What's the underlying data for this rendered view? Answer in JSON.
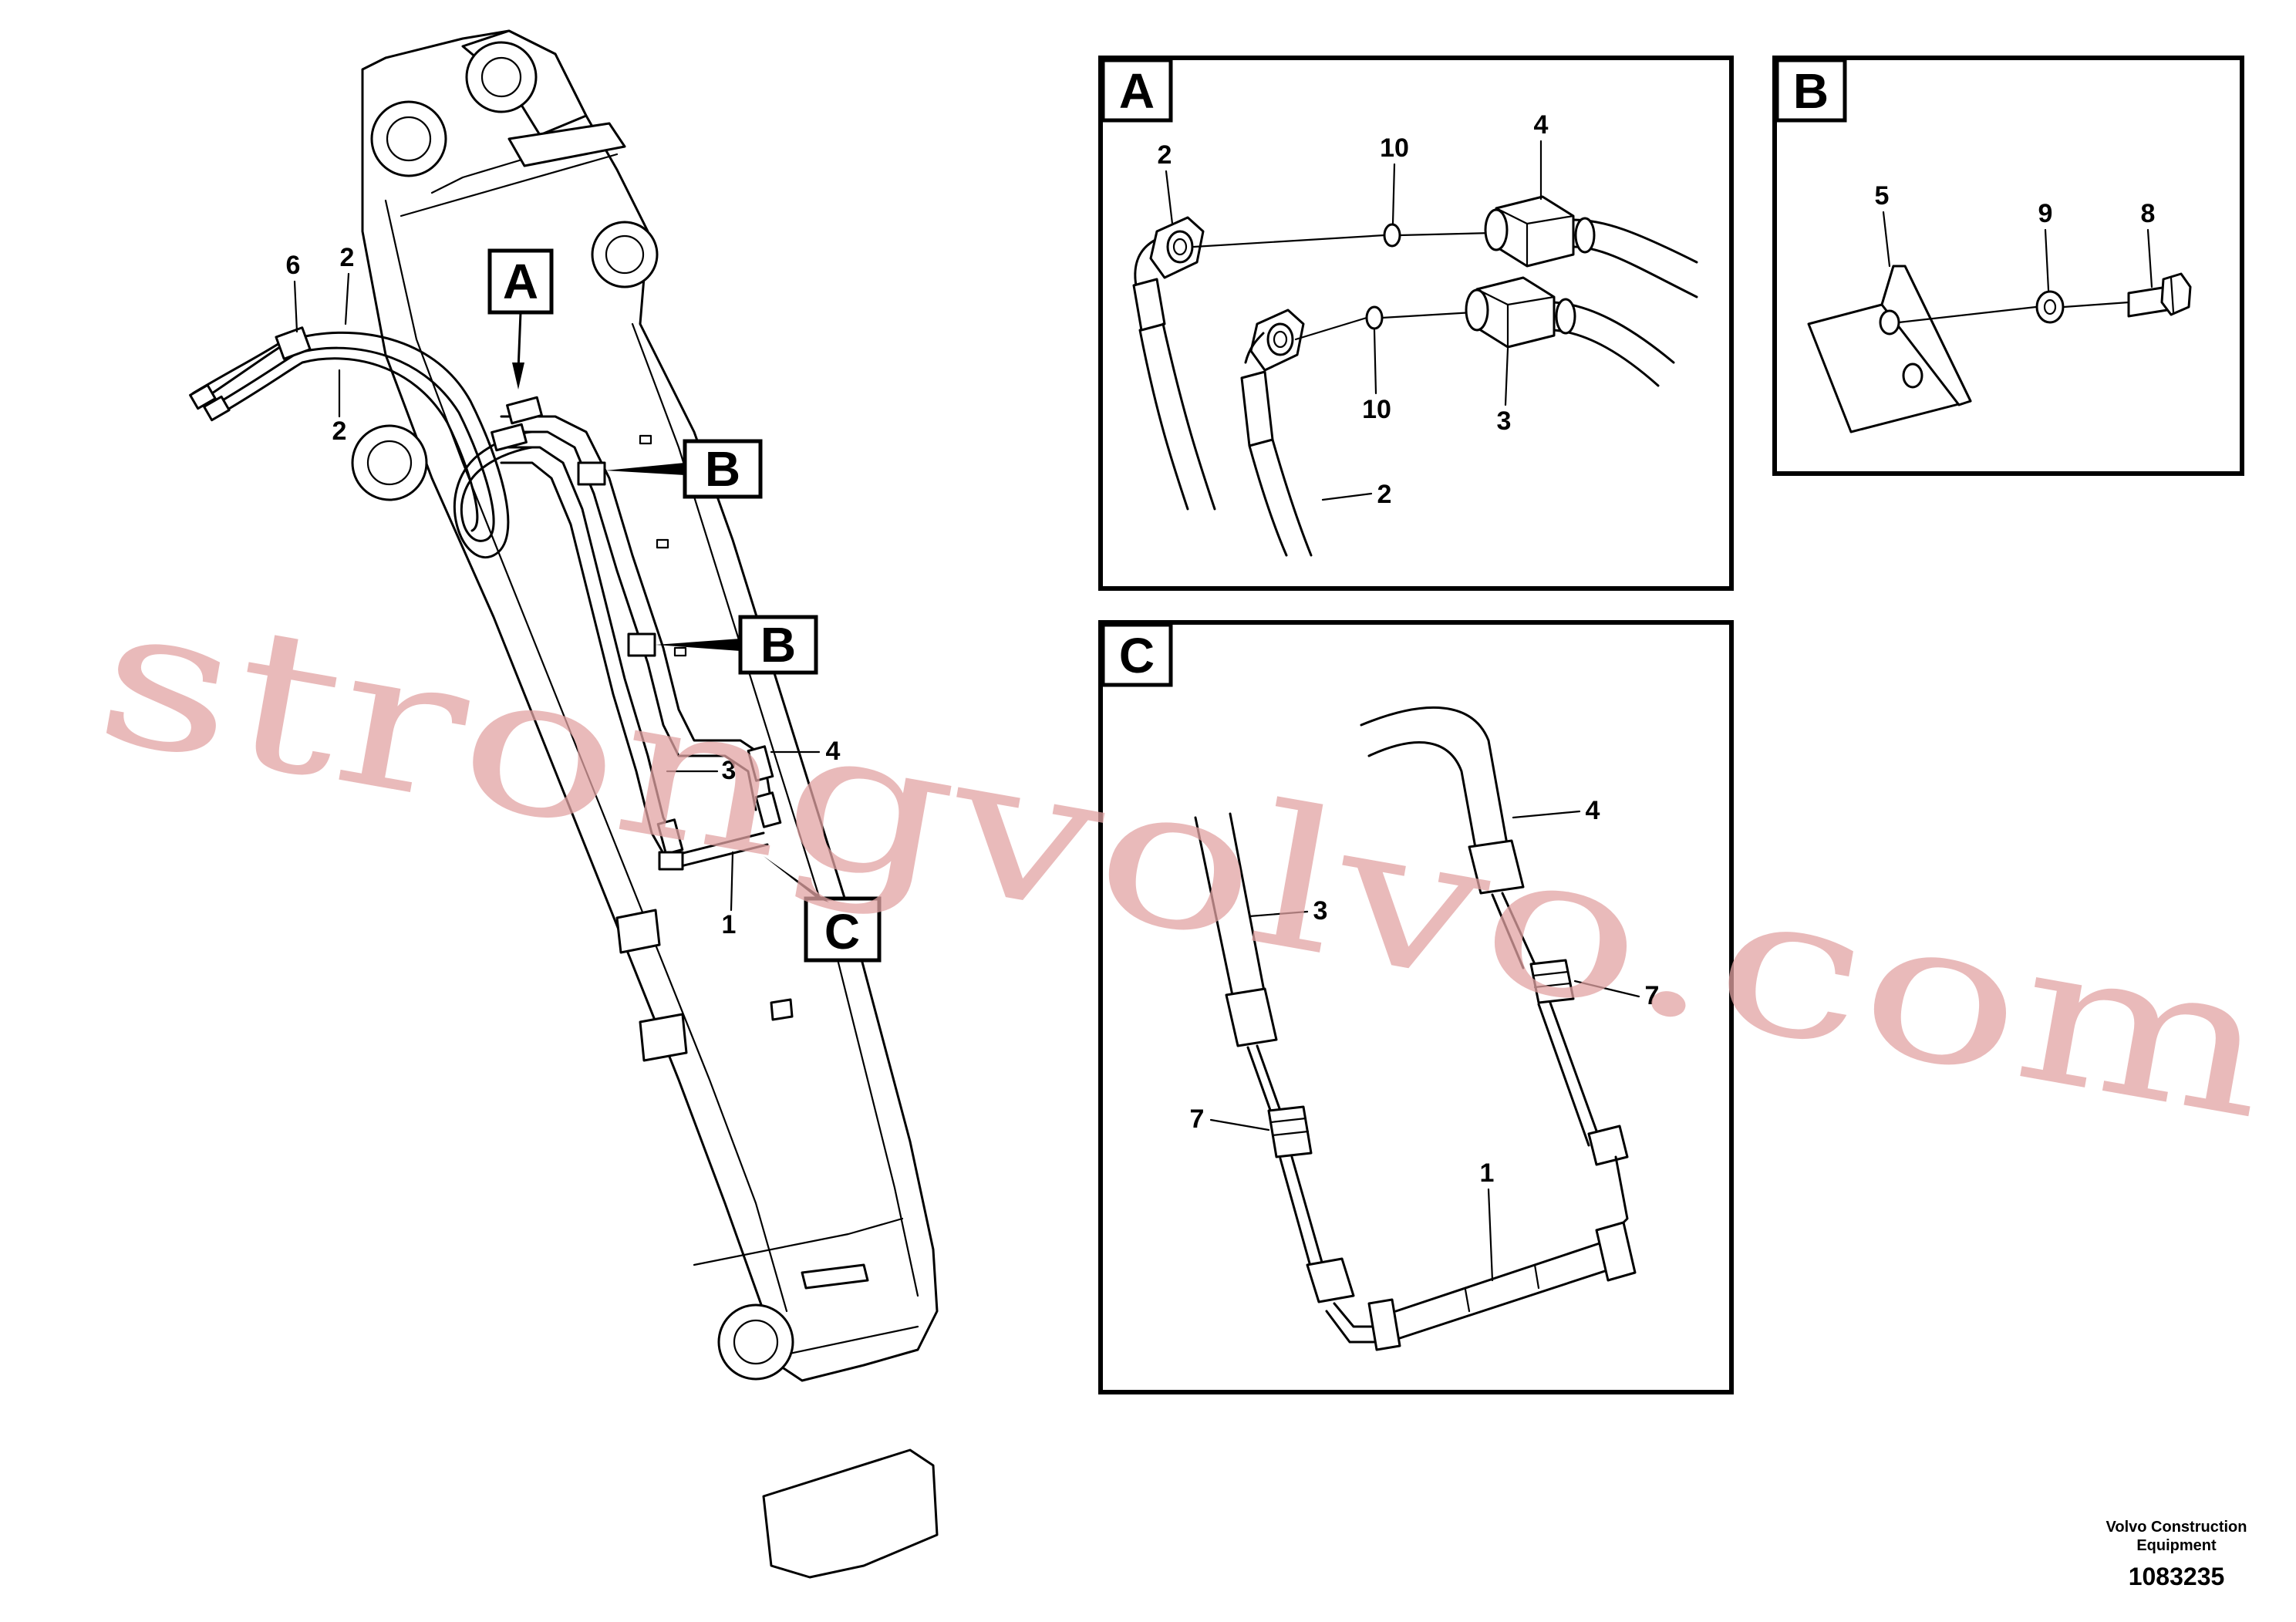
{
  "detail_letters": {
    "a": "A",
    "b": "B",
    "c": "C"
  },
  "callouts": {
    "c1": "1",
    "c2": "2",
    "c3": "3",
    "c4": "4",
    "c5": "5",
    "c6": "6",
    "c7": "7",
    "c8": "8",
    "c9": "9",
    "c10": "10"
  },
  "footer": {
    "company_line1": "Volvo Construction",
    "company_line2": "Equipment",
    "drawing_number": "1083235"
  },
  "watermark": {
    "text": "strongvolvo.com"
  },
  "colors": {
    "line": "#000000",
    "watermark": "#e2a3a3",
    "background": "#ffffff"
  }
}
